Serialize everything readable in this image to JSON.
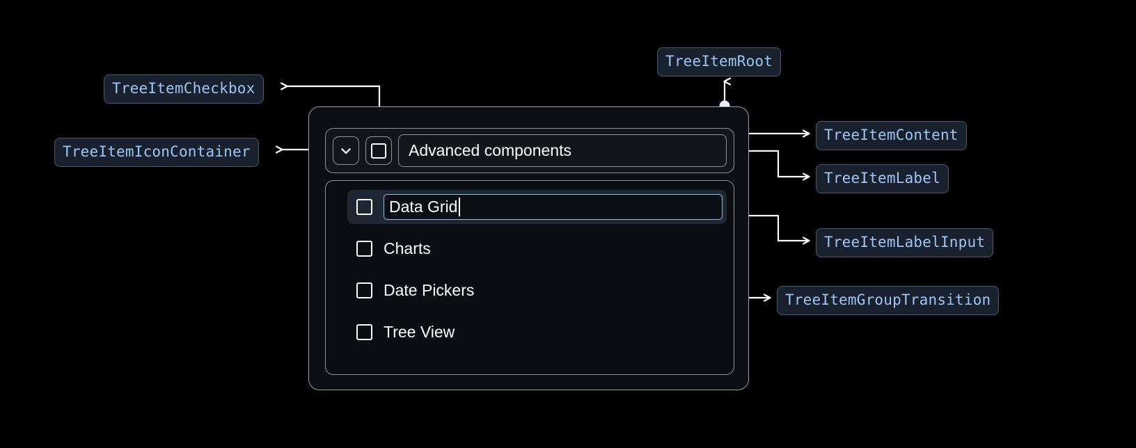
{
  "page": {
    "background": "#000000",
    "accent_blue": "#9ec7f5",
    "badge_bg": "#18212d",
    "badge_border": "#4a5a6e",
    "focus_ring": "#8fc0f0",
    "selected_row_bg": "#1f2832"
  },
  "annotations": [
    {
      "id": "tree-item-checkbox",
      "label": "TreeItemCheckbox"
    },
    {
      "id": "tree-item-icon-container",
      "label": "TreeItemIconContainer"
    },
    {
      "id": "tree-item-root",
      "label": "TreeItemRoot"
    },
    {
      "id": "tree-item-content",
      "label": "TreeItemContent"
    },
    {
      "id": "tree-item-label",
      "label": "TreeItemLabel"
    },
    {
      "id": "tree-item-label-input",
      "label": "TreeItemLabelInput"
    },
    {
      "id": "tree-item-group-transition",
      "label": "TreeItemGroupTransition"
    }
  ],
  "tree": {
    "root": {
      "expand_icon": "chevron-down-icon",
      "checkbox_checked": false,
      "label": "Advanced components"
    },
    "children": [
      {
        "label": "Data Grid",
        "checkbox_checked": false,
        "editing": true,
        "selected": true
      },
      {
        "label": "Charts",
        "checkbox_checked": false,
        "editing": false,
        "selected": false
      },
      {
        "label": "Date Pickers",
        "checkbox_checked": false,
        "editing": false,
        "selected": false
      },
      {
        "label": "Tree View",
        "checkbox_checked": false,
        "editing": false,
        "selected": false
      }
    ]
  }
}
